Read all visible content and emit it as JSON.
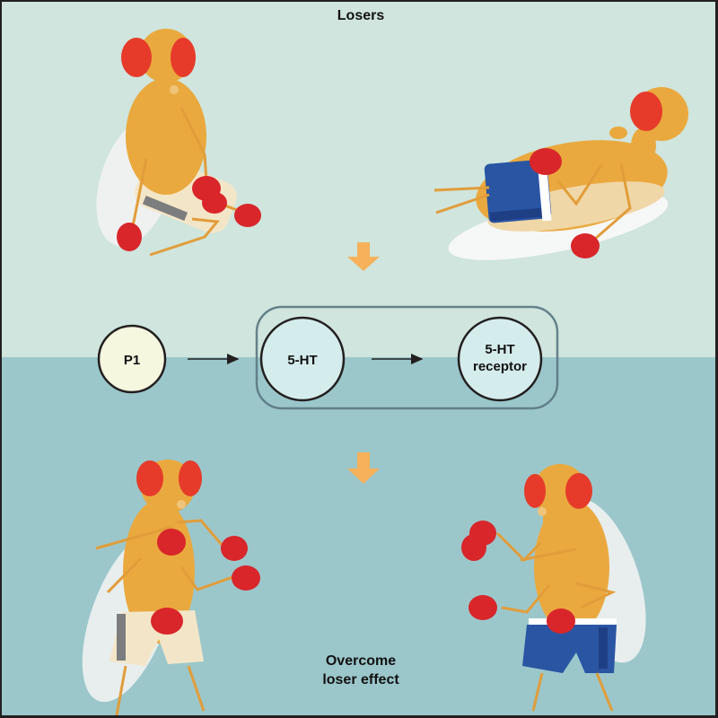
{
  "title_top": "Losers",
  "title_bottom_line1": "Overcome",
  "title_bottom_line2": "loser effect",
  "pathway": {
    "nodes": [
      {
        "id": "p1",
        "label": "P1"
      },
      {
        "id": "5ht",
        "label": "5-HT"
      },
      {
        "id": "5ht-receptor",
        "label_line1": "5-HT",
        "label_line2": "receptor"
      }
    ],
    "edges": [
      {
        "from": "p1",
        "to": "5ht"
      },
      {
        "from": "5ht",
        "to": "5ht-receptor"
      }
    ],
    "group_box_contains": [
      "5ht",
      "5ht-receptor"
    ]
  },
  "illustrations": [
    {
      "name": "loser-fly-sitting",
      "shorts": "white"
    },
    {
      "name": "loser-fly-lying",
      "shorts": "blue"
    },
    {
      "name": "fighter-fly-left",
      "shorts": "white"
    },
    {
      "name": "fighter-fly-right",
      "shorts": "blue"
    }
  ],
  "colors": {
    "top_bg": "#cfe5dd",
    "bottom_bg": "#9bc7cb",
    "arrow_orange": "#f6b15a",
    "p1_fill": "#f6f7df",
    "serotonin_fill": "#d5ecec",
    "group_box_stroke": "#5f7b86",
    "fly_body": "#eaa93f",
    "fly_eye": "#e63b2a",
    "glove": "#d8262a",
    "blue_shorts": "#2a55a3",
    "white_shorts": "#f3e6c8",
    "wing": "#f1f2f2"
  }
}
